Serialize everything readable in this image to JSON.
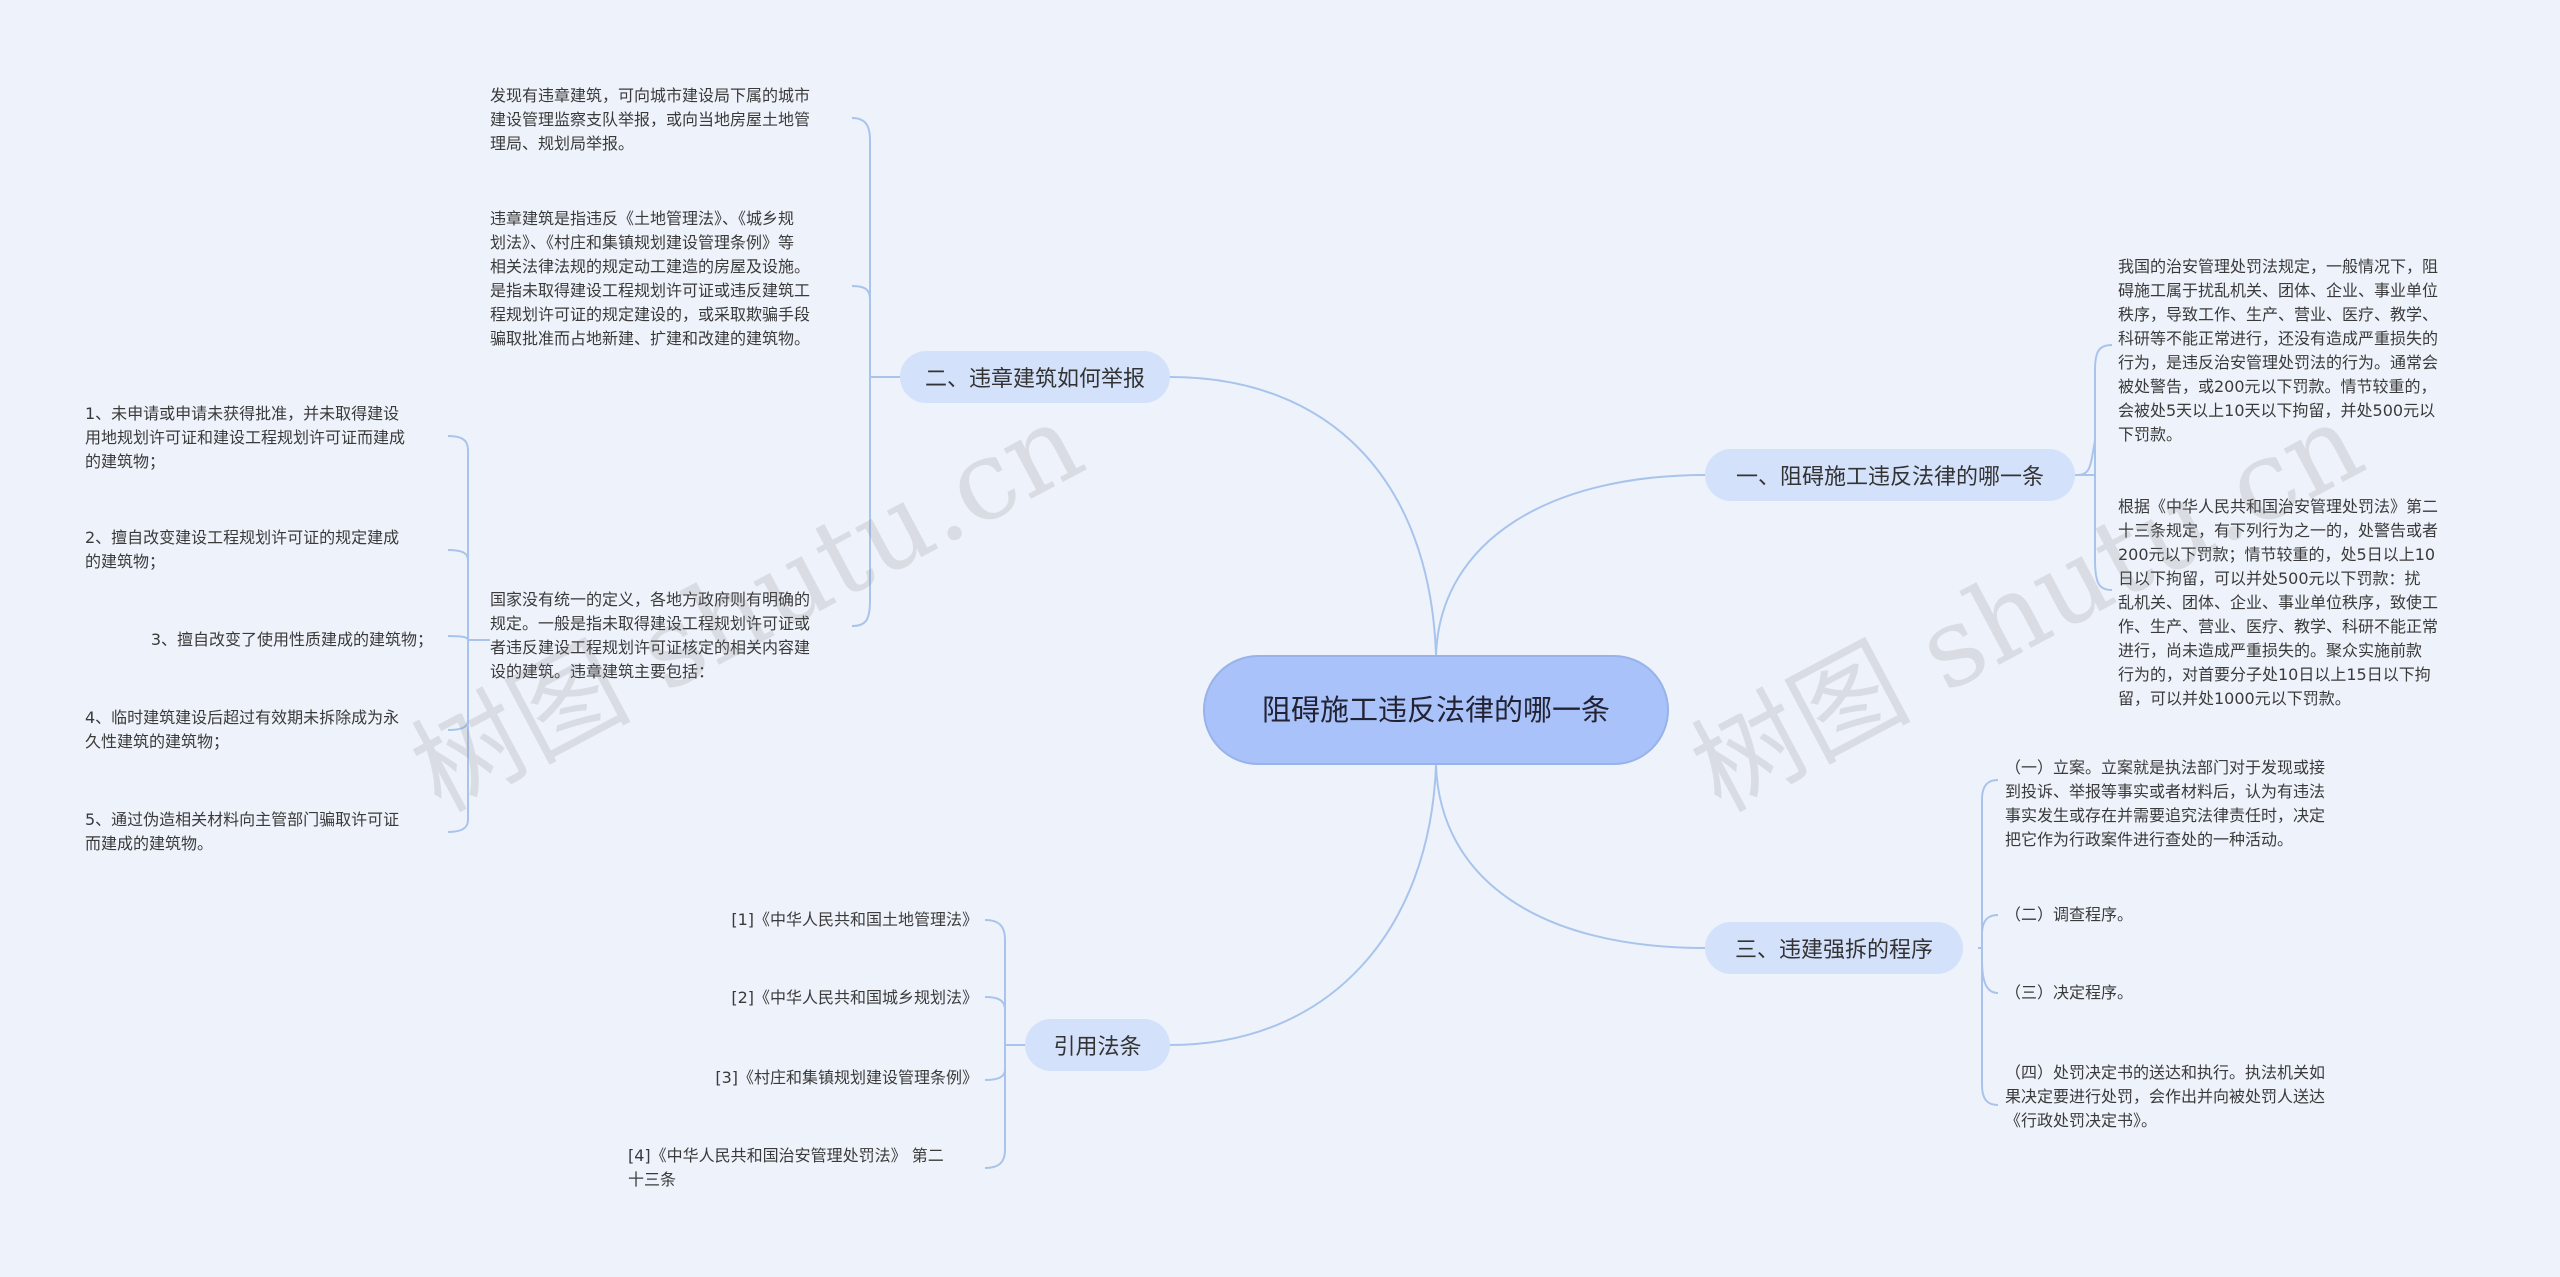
{
  "center": {
    "title": "阻碍施工违反法律的哪一条"
  },
  "branches": {
    "b1": {
      "label": "一、阻碍施工违反法律的哪一条"
    },
    "b2": {
      "label": "二、违章建筑如何举报"
    },
    "b3": {
      "label": "三、违建强拆的程序"
    },
    "b4": {
      "label": "引用法条"
    }
  },
  "leaves": {
    "b1_1": "我国的治安管理处罚法规定，一般情况下，阻\n碍施工属于扰乱机关、团体、企业、事业单位\n秩序，导致工作、生产、营业、医疗、教学、\n科研等不能正常进行，还没有造成严重损失的\n行为，是违反治安管理处罚法的行为。通常会\n被处警告，或200元以下罚款。情节较重的，\n会被处5天以上10天以下拘留，并处500元以\n下罚款。",
    "b1_2": "根据《中华人民共和国治安管理处罚法》第二\n十三条规定，有下列行为之一的，处警告或者\n200元以下罚款；情节较重的，处5日以上10\n日以下拘留，可以并处500元以下罚款：扰\n乱机关、团体、企业、事业单位秩序，致使工\n作、生产、营业、医疗、教学、科研不能正常\n进行，尚未造成严重损失的。聚众实施前款\n行为的，对首要分子处10日以上15日以下拘\n留，可以并处1000元以下罚款。",
    "b2_1": "发现有违章建筑，可向城市建设局下属的城市\n建设管理监察支队举报，或向当地房屋土地管\n理局、规划局举报。",
    "b2_2": "违章建筑是指违反《土地管理法》、《城乡规\n划法》、《村庄和集镇规划建设管理条例》等\n相关法律法规的规定动工建造的房屋及设施。\n是指未取得建设工程规划许可证或违反建筑工\n程规划许可证的规定建设的，或采取欺骗手段\n骗取批准而占地新建、扩建和改建的建筑物。",
    "b2_3": "国家没有统一的定义，各地方政府则有明确的\n规定。一般是指未取得建设工程规划许可证或\n者违反建设工程规划许可证核定的相关内容建\n设的建筑。违章建筑主要包括：",
    "b2_3_1": "1、未申请或申请未获得批准，并未取得建设\n用地规划许可证和建设工程规划许可证而建成\n的建筑物；",
    "b2_3_2": "2、擅自改变建设工程规划许可证的规定建成\n的建筑物；",
    "b2_3_3": "3、擅自改变了使用性质建成的建筑物；",
    "b2_3_4": "4、临时建筑建设后超过有效期未拆除成为永\n久性建筑的建筑物；",
    "b2_3_5": "5、通过伪造相关材料向主管部门骗取许可证\n而建成的建筑物。",
    "b3_1": "（一）立案。立案就是执法部门对于发现或接\n到投诉、举报等事实或者材料后，认为有违法\n事实发生或存在并需要追究法律责任时，决定\n把它作为行政案件进行查处的一种活动。",
    "b3_2": "（二）调查程序。",
    "b3_3": "（三）决定程序。",
    "b3_4": "（四）处罚决定书的送达和执行。执法机关如\n果决定要进行处罚，会作出并向被处罚人送达\n《行政处罚决定书》。",
    "b4_1": "[1]《中华人民共和国土地管理法》",
    "b4_2": "[2]《中华人民共和国城乡规划法》",
    "b4_3": "[3]《村庄和集镇规划建设管理条例》",
    "b4_4": "[4]《中华人民共和国治安管理处罚法》 第二\n十三条"
  },
  "watermark": {
    "text": "树图 shutu.cn"
  },
  "colors": {
    "background": "#eef3fb",
    "center": "#a9c3fa",
    "branch": "#d4e1fb",
    "line": "#a9c4ec"
  }
}
